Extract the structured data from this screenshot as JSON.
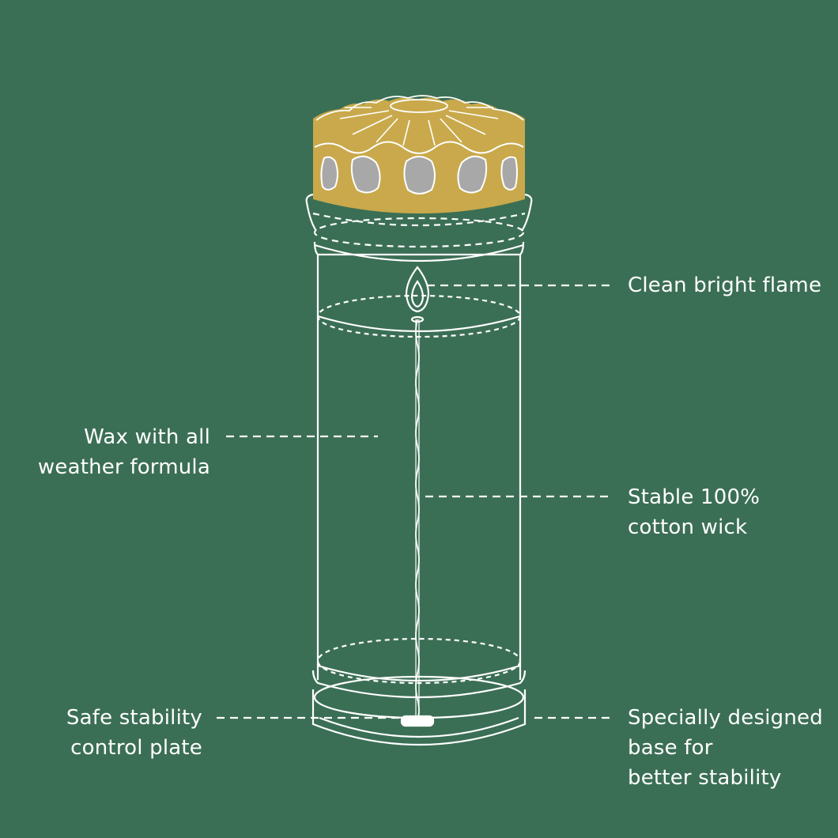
{
  "colors": {
    "background": "#3b6f55",
    "line": "#ffffff",
    "lid": "#c9a94b",
    "lid_windows": "#a8a8a8"
  },
  "callouts": {
    "flame": {
      "lines": [
        "Clean bright flame"
      ]
    },
    "wax": {
      "lines": [
        "Wax with all",
        "weather formula"
      ]
    },
    "wick": {
      "lines": [
        "Stable 100%",
        "cotton wick"
      ]
    },
    "plate": {
      "lines": [
        "Safe stability",
        "control plate"
      ]
    },
    "base": {
      "lines": [
        "Specially designed",
        "base for",
        "better stability"
      ]
    }
  }
}
